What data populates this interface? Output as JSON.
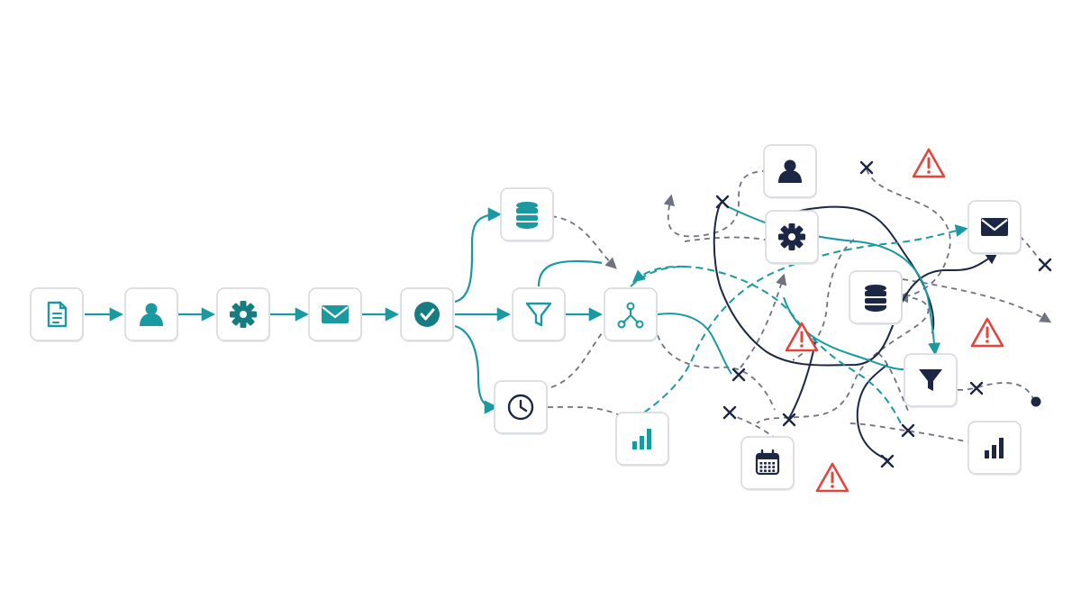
{
  "colors": {
    "teal": "#1a9aa0",
    "tealDark": "#177c82",
    "navy": "#1c2746",
    "gray": "#6f7380",
    "red": "#e2453c",
    "tileBorder": "#d4d7dc"
  },
  "nodes": [
    {
      "id": "n-doc",
      "icon": "document-icon",
      "tone": "teal"
    },
    {
      "id": "n-user",
      "icon": "user-icon",
      "tone": "teal"
    },
    {
      "id": "n-gear",
      "icon": "gear-icon",
      "tone": "tealDark"
    },
    {
      "id": "n-mail",
      "icon": "mail-icon",
      "tone": "teal"
    },
    {
      "id": "n-check",
      "icon": "check-circle-icon",
      "tone": "tealDark"
    },
    {
      "id": "n-db",
      "icon": "database-icon",
      "tone": "teal"
    },
    {
      "id": "n-filter",
      "icon": "filter-icon",
      "tone": "teal"
    },
    {
      "id": "n-hub",
      "icon": "hub-icon",
      "tone": "teal"
    },
    {
      "id": "n-clock",
      "icon": "clock-icon",
      "tone": "navy"
    },
    {
      "id": "n-chart",
      "icon": "bar-chart-icon",
      "tone": "teal"
    },
    {
      "id": "n-user2",
      "icon": "user-icon",
      "tone": "navy"
    },
    {
      "id": "n-gear2",
      "icon": "gear-icon",
      "tone": "navy"
    },
    {
      "id": "n-db2",
      "icon": "database-icon",
      "tone": "navy"
    },
    {
      "id": "n-mail2",
      "icon": "mail-icon",
      "tone": "navy"
    },
    {
      "id": "n-filter2",
      "icon": "filter-icon",
      "tone": "navy"
    },
    {
      "id": "n-calendar",
      "icon": "calendar-icon",
      "tone": "navy"
    },
    {
      "id": "n-chart2",
      "icon": "bar-chart-icon",
      "tone": "navy"
    }
  ],
  "warnings": [
    {
      "id": "w1",
      "icon": "warning-icon"
    },
    {
      "id": "w2",
      "icon": "warning-icon"
    },
    {
      "id": "w3",
      "icon": "warning-icon"
    },
    {
      "id": "w4",
      "icon": "warning-icon"
    }
  ],
  "dead_ends": [
    {
      "id": "x1",
      "icon": "cross-icon"
    },
    {
      "id": "x2",
      "icon": "cross-icon"
    },
    {
      "id": "x3",
      "icon": "cross-icon"
    },
    {
      "id": "x4",
      "icon": "cross-icon"
    },
    {
      "id": "x5",
      "icon": "cross-icon"
    },
    {
      "id": "x6",
      "icon": "cross-icon"
    },
    {
      "id": "x7",
      "icon": "cross-icon"
    },
    {
      "id": "x8",
      "icon": "cross-icon"
    },
    {
      "id": "x9",
      "icon": "cross-icon"
    }
  ]
}
